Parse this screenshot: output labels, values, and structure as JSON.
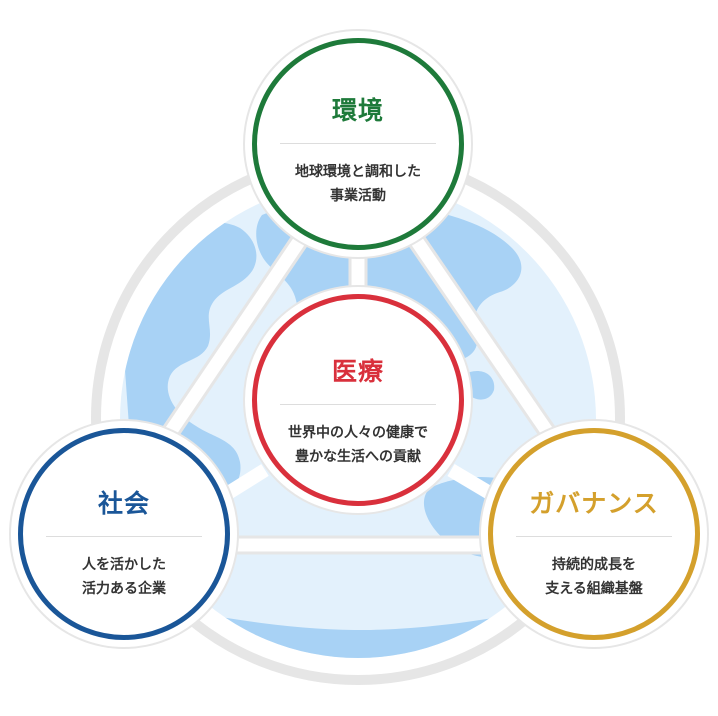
{
  "diagram": {
    "nodes": {
      "environment": {
        "title": "環境",
        "description_line1": "地球環境と調和した",
        "description_line2": "事業活動",
        "color": "#1e7a3a"
      },
      "medical": {
        "title": "医療",
        "description_line1": "世界中の人々の健康で",
        "description_line2": "豊かな生活への貢献",
        "color": "#d9303c"
      },
      "society": {
        "title": "社会",
        "description_line1": "人を活かした",
        "description_line2": "活力ある企業",
        "color": "#1a5698"
      },
      "governance": {
        "title": "ガバナンス",
        "description_line1": "持続的成長を",
        "description_line2": "支える組織基盤",
        "color": "#d4a02c"
      }
    },
    "colors": {
      "globe_water": "#e3f1fc",
      "globe_land": "#a8d2f5",
      "ring": "#e6e6e6",
      "text": "#333333"
    }
  }
}
